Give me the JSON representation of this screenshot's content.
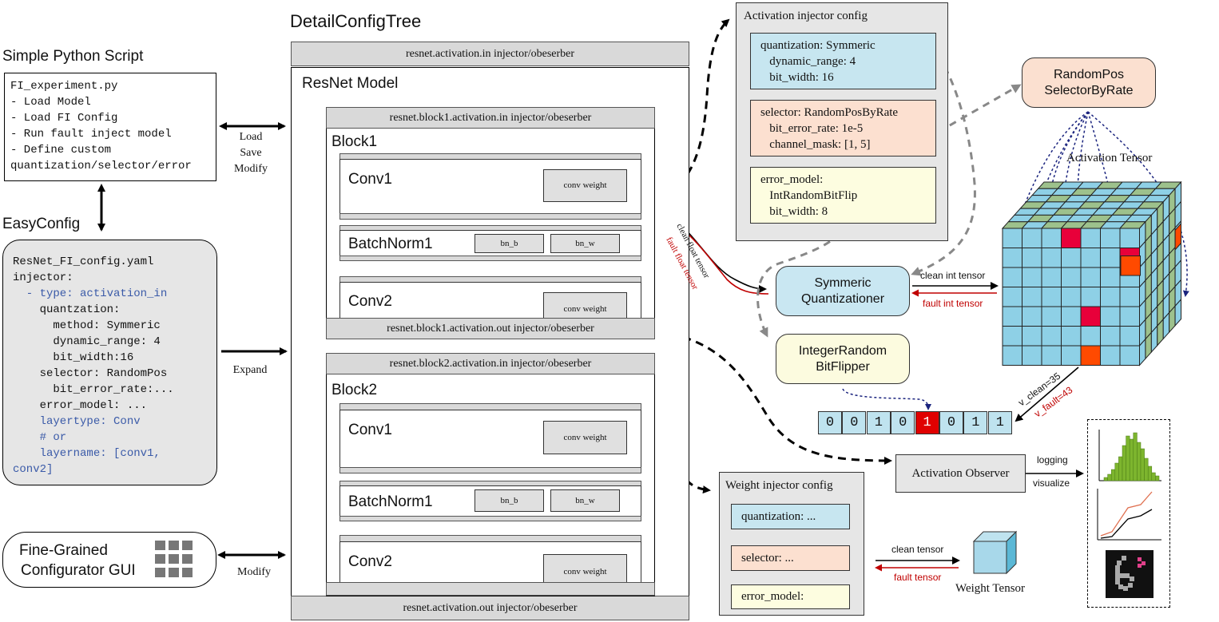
{
  "simple_script": {
    "title": "Simple Python Script",
    "lines": [
      "FI_experiment.py",
      "- Load Model",
      "- Load FI Config",
      "- Run fault inject model",
      "- Define custom",
      "quantization/selector/error"
    ]
  },
  "arrows": {
    "load": "Load",
    "save": "Save",
    "modify": "Modify",
    "expand": "Expand",
    "modify_gui": "Modify",
    "clean_float": "clean float tensor",
    "fault_float": "fault float tensor",
    "clean_int": "clean int tensor",
    "fault_int": "fault int tensor",
    "v_clean": "v_clean=35",
    "v_fault": "v_fault=43",
    "logging": "logging",
    "visualize": "visualize",
    "clean_tensor": "clean tensor",
    "fault_tensor": "fault tensor"
  },
  "easyconfig": {
    "title": "EasyConfig",
    "lines": [
      {
        "text": "ResNet_FI_config.yaml",
        "blue": false
      },
      {
        "text": "injector:",
        "blue": false
      },
      {
        "text": "  - type: activation_in",
        "blue": true
      },
      {
        "text": "    quantzation:",
        "blue": false
      },
      {
        "text": "      method: Symmeric",
        "blue": false
      },
      {
        "text": "      dynamic_range: 4",
        "blue": false
      },
      {
        "text": "      bit_width:16",
        "blue": false
      },
      {
        "text": "    selector: RandomPos",
        "blue": false
      },
      {
        "text": "      bit_error_rate:...",
        "blue": false
      },
      {
        "text": "    error_model: ...",
        "blue": false
      },
      {
        "text": "    layertype: Conv",
        "blue": true
      },
      {
        "text": "    # or",
        "blue": true
      },
      {
        "text": "    layername: [conv1,",
        "blue": true
      },
      {
        "text": "conv2]",
        "blue": true
      }
    ]
  },
  "gui": {
    "line1": "Fine-Grained",
    "line2": "Configurator GUI"
  },
  "tree": {
    "title": "DetailConfigTree",
    "top_bar": "resnet.activation.in injector/obeserber",
    "bottom_bar": "resnet.activation.out injector/obeserber",
    "model_label": "ResNet Model",
    "block1": {
      "in_bar": "resnet.block1.activation.in injector/obeserber",
      "out_bar": "resnet.block1.activation.out injector/obeserber",
      "label": "Block1",
      "conv1": "Conv1",
      "conv1_weight": "conv weight",
      "bn": "BatchNorm1",
      "bn_b": "bn_b",
      "bn_w": "bn_w",
      "conv2": "Conv2",
      "conv2_weight": "conv weight"
    },
    "block2": {
      "in_bar": "resnet.block2.activation.in injector/obeserber",
      "label": "Block2",
      "conv1": "Conv1",
      "conv1_weight": "conv weight",
      "bn": "BatchNorm1",
      "bn_b": "bn_b",
      "bn_w": "bn_w",
      "conv2": "Conv2",
      "conv2_weight": "conv weight"
    }
  },
  "activation_config": {
    "title": "Activation injector config",
    "quant": [
      "quantization: Symmeric",
      "   dynamic_range: 4",
      "   bit_width: 16"
    ],
    "selector": [
      "selector: RandomPosByRate",
      "   bit_error_rate: 1e-5",
      "   channel_mask: [1, 5]"
    ],
    "error": [
      "error_model:",
      "   IntRandomBitFlip",
      "   bit_width: 8"
    ]
  },
  "components": {
    "random_pos": {
      "line1": "RandomPos",
      "line2": "SelectorByRate"
    },
    "quantizer": {
      "line1": "Symmeric",
      "line2": "Quantizationer"
    },
    "bitflipper": {
      "line1": "IntegerRandom",
      "line2": "BitFlipper"
    },
    "observer": "Activation Observer"
  },
  "activation_tensor": {
    "label": "Activation Tensor"
  },
  "bits": [
    "0",
    "0",
    "1",
    "0",
    "1",
    "0",
    "1",
    "1"
  ],
  "flipped_bit_index": 4,
  "weight_config": {
    "title": "Weight injector config",
    "quant": "quantization: ...",
    "selector": "selector: ...",
    "error": "error_model:"
  },
  "weight_tensor": {
    "label": "Weight Tensor"
  },
  "colors": {
    "quant_fill": "#c7e6f0",
    "selector_fill": "#fce0d0",
    "error_fill": "#fdfde0",
    "pill_blue": "#c9e7f2",
    "pill_peach": "#fbe0d0",
    "pill_yellow": "#fcfbdf",
    "fault_red": "#c00000",
    "flip_red": "#e00000",
    "code_blue": "#3a5aa8",
    "tensor_blue": "#8ed0e6",
    "tensor_green": "#9dc18c",
    "hist_green": "#7db52e"
  }
}
